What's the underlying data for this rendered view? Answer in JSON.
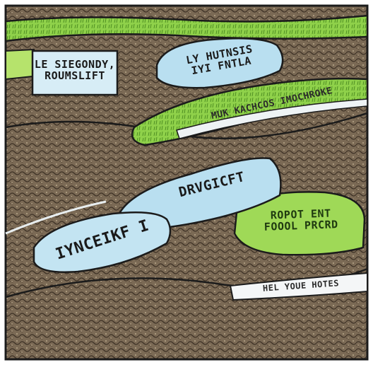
{
  "scene": {
    "labels": {
      "sign": "LE SIEGONDY,\nROUMSLIFT",
      "stone_top": "LY HUTNSIS\nIYI FNTLA",
      "stone_mid": "DRVGICFT",
      "stone_low": "IYNCEIKF I",
      "grass_patch": "ROPOT  ENT\nFOOOL  PRCRD",
      "strip_upper": "MUK KACHCOS  IMOCHROKE",
      "strip_lower": "HEL YOUE HOTES"
    },
    "colors": {
      "soil": "#7b6a55",
      "soil_dark": "#4a3d2e",
      "grass": "#8fd14a",
      "grass_light": "#b6e36c",
      "stone": "#b9dff0",
      "stone_shade": "#8fc4de",
      "sign": "#d7edf6",
      "outline": "#1b1b1b"
    }
  }
}
